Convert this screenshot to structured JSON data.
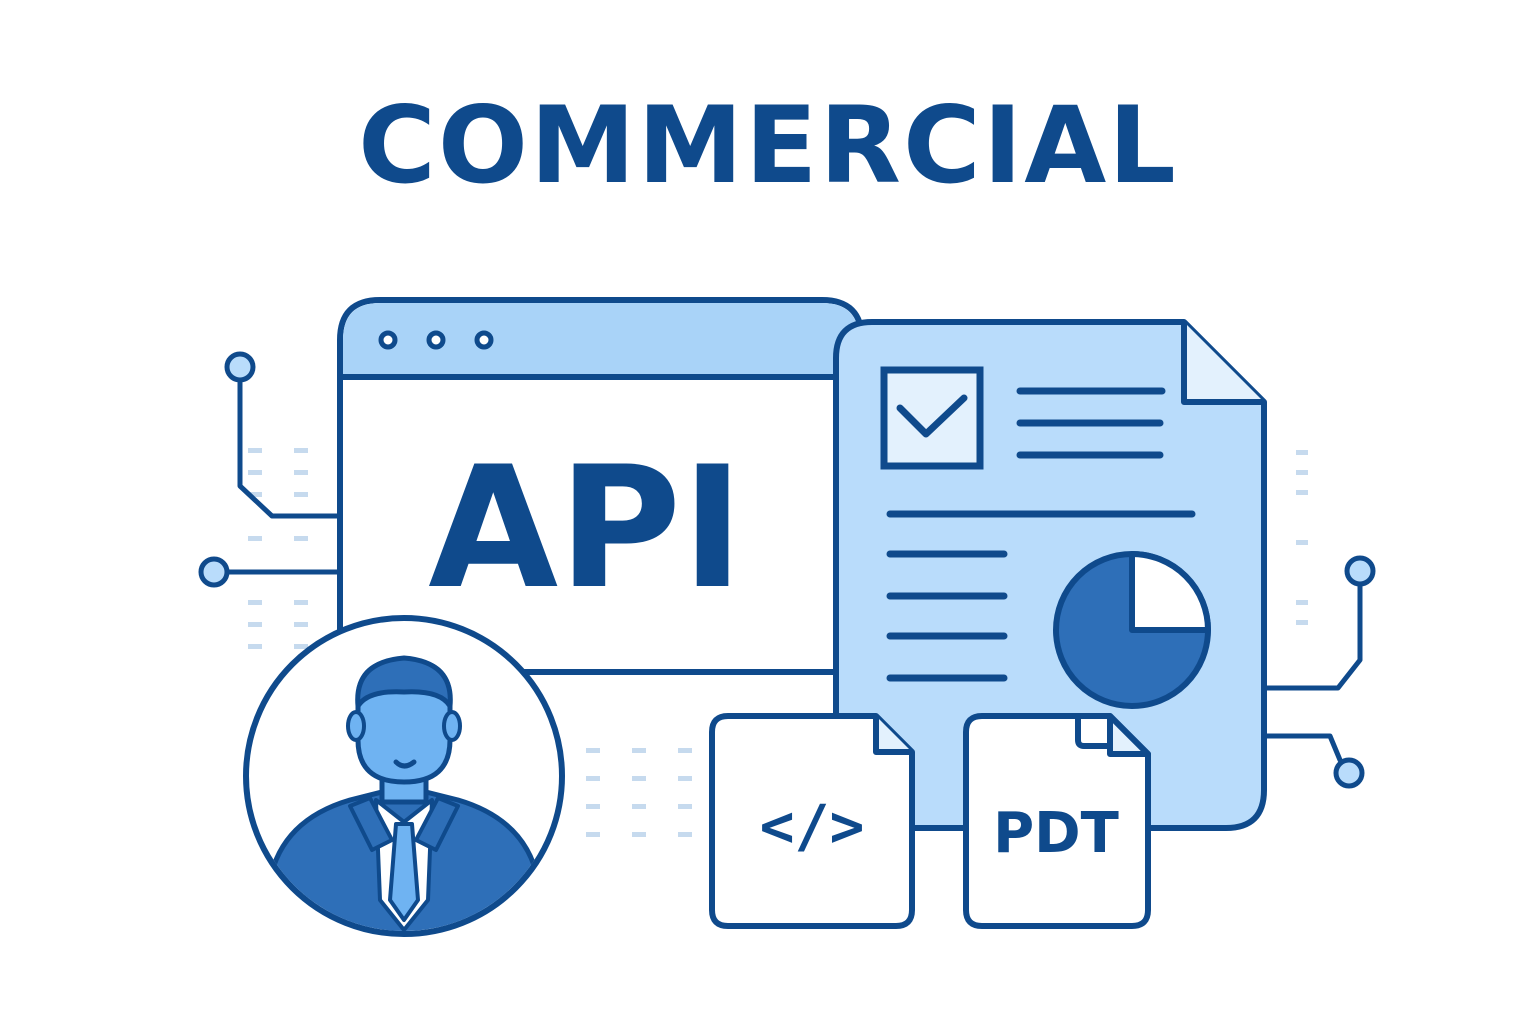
{
  "title": "COMMERCIAL",
  "window": {
    "label": "API"
  },
  "files": {
    "code_label": "</>",
    "pdf_label": "PDT"
  },
  "colors": {
    "navy": "#0f4a8c",
    "light_blue": "#b9dcfb",
    "mid_blue": "#6fb3f2",
    "person_blue": "#2e6fb8",
    "white": "#ffffff"
  },
  "icons": [
    "browser-window-icon",
    "document-report-icon",
    "checkbox-icon",
    "pie-chart-icon",
    "code-file-icon",
    "pdf-file-icon",
    "person-avatar-icon",
    "circuit-node-icon"
  ]
}
